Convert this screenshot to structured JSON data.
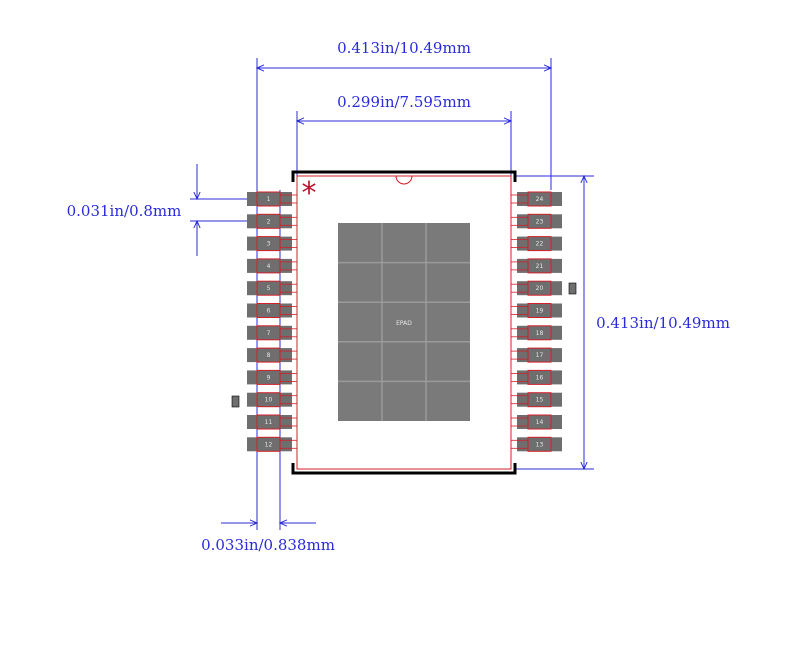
{
  "dimensions": {
    "overall_width": "0.413in/10.49mm",
    "body_width": "0.299in/7.595mm",
    "pitch": "0.031in/0.8mm",
    "overall_height": "0.413in/10.49mm",
    "pad_width": "0.033in/0.838mm"
  },
  "package": {
    "pin1_marker": "*",
    "epad_label": "EPAD",
    "left_pins": [
      "1",
      "2",
      "3",
      "4",
      "5",
      "6",
      "7",
      "8",
      "9",
      "10",
      "11",
      "12"
    ],
    "right_pins": [
      "24",
      "23",
      "22",
      "21",
      "20",
      "19",
      "18",
      "17",
      "16",
      "15",
      "14",
      "13"
    ]
  },
  "colors": {
    "dimension": "#2b2bd9",
    "pad_outline": "#d0202a",
    "pad_fill": "#6e6e6e",
    "epad_fill": "#7a7a7a",
    "body_outline": "#000000",
    "pin1_marker": "#c0102a"
  }
}
